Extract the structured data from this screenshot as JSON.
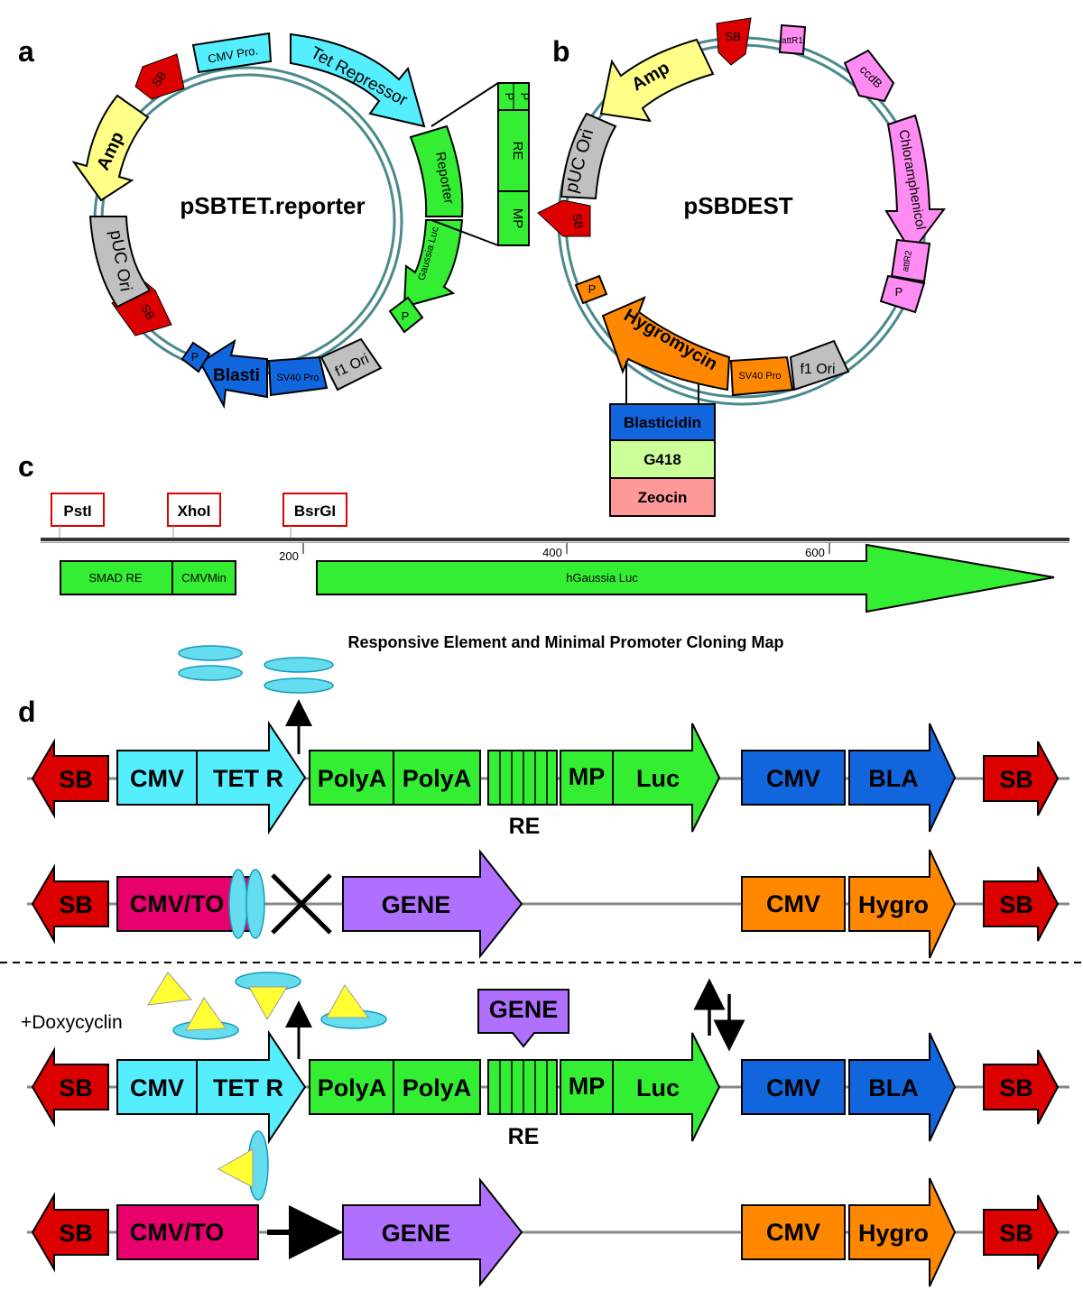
{
  "colors": {
    "sb": "#dd0000",
    "cmv_cyan": "#55eeff",
    "green": "#33ee33",
    "blue": "#1166dd",
    "orange": "#ff8800",
    "purple": "#b070ff",
    "magenta": "#e8006e",
    "yellow": "#ffff66",
    "gray": "#c0c0c0",
    "pink": "#ff8cf2",
    "light_cyan": "#66ddee",
    "backbone": "#4a8a8e",
    "blasticidin": "#1166dd",
    "g418": "#ccff99",
    "zeocin": "#ff9999",
    "gaussia": "#33ee33"
  },
  "panel_a": {
    "letter": "a",
    "title": "pSBTET.reporter",
    "features": {
      "cmv_pro": "CMV Pro.",
      "tet_repressor": "Tet Repressor",
      "reporter": "Reporter",
      "gaussia_luc": "Gaussia Luc",
      "p_small": "P",
      "f1_ori": "f1 Ori",
      "sv40_pro": "SV40 Pro",
      "blasti": "Blasti",
      "p_blue": "P",
      "sb_bottom": "SB",
      "puc_ori": "pUC Ori",
      "amp": "Amp",
      "sb_top": "SB"
    },
    "callout": {
      "p1": "P",
      "p2": "P",
      "re": "RE",
      "mp": "MP"
    }
  },
  "panel_b": {
    "letter": "b",
    "title": "pSBDEST",
    "features": {
      "sb_top": "SB",
      "attr1": "attR1",
      "ccdb": "ccdB",
      "chloramphenicol": "Chloramphenicol",
      "attr2": "attR2",
      "p_pink": "P",
      "f1_ori": "f1 Ori",
      "sv40_pro": "SV40 Pro",
      "hygromycin": "Hygromycin",
      "p_orange": "P",
      "sb_left": "SB",
      "puc_ori": "pUC Ori",
      "amp": "Amp"
    },
    "resistance_options": [
      "Blasticidin",
      "G418",
      "Zeocin"
    ]
  },
  "panel_c": {
    "letter": "c",
    "sites": [
      "PstI",
      "XhoI",
      "BsrGI"
    ],
    "ticks": [
      "200",
      "400",
      "600"
    ],
    "features": {
      "smad_re": "SMAD RE",
      "cmv_min": "CMVMin",
      "hgaussia": "hGaussia Luc"
    },
    "caption": "Responsive Element and Minimal Promoter Cloning Map"
  },
  "panel_d": {
    "letter": "d",
    "doxycyclin": "+Doxycyclin",
    "reporter_row": {
      "sb_left": "SB",
      "cmv": "CMV",
      "tet_r": "TET R",
      "polya_1": "PolyA",
      "polya_2": "PolyA",
      "mp": "MP",
      "luc": "Luc",
      "re": "RE",
      "cmv_2": "CMV",
      "bla": "BLA",
      "sb_right": "SB"
    },
    "gene_row": {
      "sb_left": "SB",
      "cmv_to": "CMV/TO",
      "gene": "GENE",
      "cmv": "CMV",
      "hygro": "Hygro",
      "sb_right": "SB"
    },
    "gene_callout": "GENE"
  }
}
